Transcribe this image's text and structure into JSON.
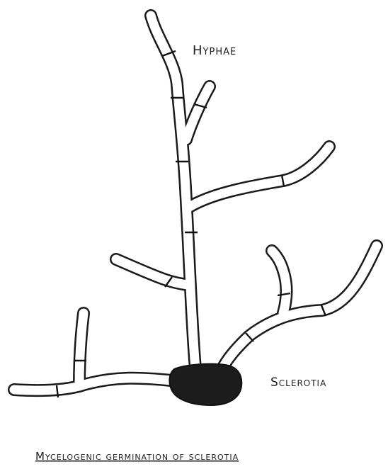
{
  "labels": {
    "hyphae": "Hyphae",
    "sclerotia": "Sclerotia",
    "caption": "Mycelogenic germination of sclerotia"
  },
  "colors": {
    "hypha_outline": "#1a1a1a",
    "hypha_fill": "#ffffff",
    "septum": "#111111",
    "sclerotium_fill": "#1c1c1c",
    "text": "#1e1e1e"
  }
}
